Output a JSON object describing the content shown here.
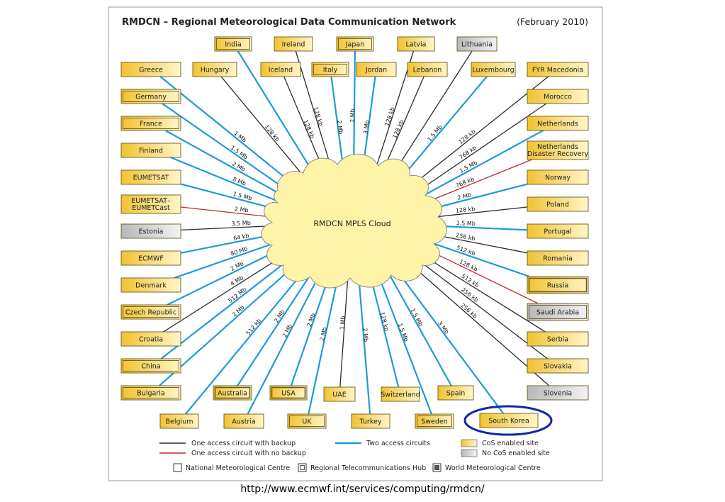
{
  "title": "RMDCN – Regional Meteorological Data Communication Network",
  "date": "(February 2010)",
  "cloud_label": "RMDCN MPLS Cloud",
  "url": "http://www.ecmwf.int/services/computing/rmdcn/",
  "colors": {
    "backup": "#2a2a2a",
    "nobackup": "#c0272d",
    "two": "#1e9bd7",
    "cos": "#f3c73d",
    "nocos": "#c8c8c8",
    "highlight": "#1525a8",
    "cloud": "#fff3a8"
  },
  "legend": {
    "backup": "One access circuit with backup",
    "nobackup": "One access circuit with no backup",
    "two": "Two access circuits",
    "cos": "CoS enabled site",
    "nocos": "No CoS enabled site",
    "nmc": "National Meteorological Centre",
    "rth": "Regional Telecommunications Hub",
    "wmc": "World Meteorological Centre"
  },
  "sites": [
    {
      "name": "India",
      "type": "two",
      "bw": "",
      "cos": true,
      "role": "rth"
    },
    {
      "name": "Ireland",
      "type": "backup",
      "bw": "128 kb",
      "cos": true,
      "role": "nmc"
    },
    {
      "name": "Japan",
      "type": "two",
      "bw": "2 Mb",
      "cos": true,
      "role": "rth"
    },
    {
      "name": "Latvia",
      "type": "backup",
      "bw": "128 kb",
      "cos": true,
      "role": "nmc"
    },
    {
      "name": "Lithuania",
      "type": "backup",
      "bw": "",
      "cos": false,
      "role": "nmc"
    },
    {
      "name": "Greece",
      "type": "two",
      "bw": "1 Mb",
      "cos": true,
      "role": "nmc"
    },
    {
      "name": "Hungary",
      "type": "backup",
      "bw": "128 kb",
      "cos": true,
      "role": "nmc"
    },
    {
      "name": "Iceland",
      "type": "backup",
      "bw": "128 kb",
      "cos": true,
      "role": "nmc"
    },
    {
      "name": "Italy",
      "type": "two",
      "bw": "2 Mb",
      "cos": true,
      "role": "rth"
    },
    {
      "name": "Jordan",
      "type": "two",
      "bw": "3 Mb",
      "cos": true,
      "role": "nmc"
    },
    {
      "name": "Lebanon",
      "type": "backup",
      "bw": "128 kb",
      "cos": true,
      "role": "nmc"
    },
    {
      "name": "Luxembourg",
      "type": "two",
      "bw": "1.5 Mb",
      "cos": true,
      "role": "nmc"
    },
    {
      "name": "FYR Macedonia",
      "type": "backup",
      "bw": "128 kb",
      "cos": true,
      "role": "nmc"
    },
    {
      "name": "Germany",
      "type": "two",
      "bw": "1.5 Mb",
      "cos": true,
      "role": "rth"
    },
    {
      "name": "Morocco",
      "type": "backup",
      "bw": "768 kb",
      "cos": true,
      "role": "nmc"
    },
    {
      "name": "France",
      "type": "two",
      "bw": "2 Mb",
      "cos": true,
      "role": "rth"
    },
    {
      "name": "Netherlands",
      "type": "two",
      "bw": "1.5 Mb",
      "cos": true,
      "role": "nmc"
    },
    {
      "name": "Finland",
      "type": "two",
      "bw": "8 Mb",
      "cos": true,
      "role": "nmc"
    },
    {
      "name": "Netherlands Disaster Recovery",
      "type": "nobackup",
      "bw": "768 kb",
      "cos": true,
      "role": "nmc"
    },
    {
      "name": "EUMETSAT",
      "type": "two",
      "bw": "1.5 Mb",
      "cos": true,
      "role": "nmc"
    },
    {
      "name": "Norway",
      "type": "two",
      "bw": "2 Mb",
      "cos": true,
      "role": "nmc"
    },
    {
      "name": "EUMETSAT–EUMETCast",
      "type": "nobackup",
      "bw": "2 Mb",
      "cos": true,
      "role": "nmc"
    },
    {
      "name": "Poland",
      "type": "backup",
      "bw": "128 kb",
      "cos": true,
      "role": "nmc"
    },
    {
      "name": "Estonia",
      "type": "backup",
      "bw": "3.5 Mb",
      "cos": false,
      "role": "nmc"
    },
    {
      "name": "Portugal",
      "type": "two",
      "bw": "1.5 Mb",
      "cos": true,
      "role": "nmc"
    },
    {
      "name": "ECMWF",
      "type": "two",
      "bw": "64 kb",
      "cos": true,
      "role": "nmc"
    },
    {
      "name": "Romania",
      "type": "backup",
      "bw": "256 kb",
      "cos": true,
      "role": "nmc"
    },
    {
      "name": "Denmark",
      "type": "two",
      "bw": "80 Mb",
      "cos": true,
      "role": "nmc"
    },
    {
      "name": "Russia",
      "type": "two",
      "bw": "512 kb",
      "cos": true,
      "role": "wmc"
    },
    {
      "name": "Czech Republic",
      "type": "two",
      "bw": "2 Mb",
      "cos": true,
      "role": "rth"
    },
    {
      "name": "Saudi Arabia",
      "type": "nobackup",
      "bw": "128 kb",
      "cos": false,
      "role": "rth"
    },
    {
      "name": "Croatia",
      "type": "backup",
      "bw": "4 Mb",
      "cos": true,
      "role": "nmc"
    },
    {
      "name": "Serbia",
      "type": "backup",
      "bw": "512 kb",
      "cos": true,
      "role": "nmc"
    },
    {
      "name": "China",
      "type": "two",
      "bw": "512 Mb",
      "cos": true,
      "role": "rth"
    },
    {
      "name": "Slovakia",
      "type": "backup",
      "bw": "256 kb",
      "cos": true,
      "role": "nmc"
    },
    {
      "name": "Bulgaria",
      "type": "two",
      "bw": "2 Mb",
      "cos": true,
      "role": "rth"
    },
    {
      "name": "Slovenia",
      "type": "backup",
      "bw": "256 kb",
      "cos": false,
      "role": "nmc"
    },
    {
      "name": "Belgium",
      "type": "two",
      "bw": "512 kb",
      "cos": true,
      "role": "nmc"
    },
    {
      "name": "Australia",
      "type": "two",
      "bw": "2 Mb",
      "cos": true,
      "role": "wmc"
    },
    {
      "name": "Austria",
      "type": "two",
      "bw": "2 Mb",
      "cos": true,
      "role": "nmc"
    },
    {
      "name": "USA",
      "type": "two",
      "bw": "2 Mb",
      "cos": true,
      "role": "wmc"
    },
    {
      "name": "UK",
      "type": "two",
      "bw": "2 Mb",
      "cos": true,
      "role": "rth"
    },
    {
      "name": "UAE",
      "type": "backup",
      "bw": "1 Mb",
      "cos": true,
      "role": "nmc"
    },
    {
      "name": "Turkey",
      "type": "two",
      "bw": "2 Mb",
      "cos": true,
      "role": "nmc"
    },
    {
      "name": "Switzerland",
      "type": "two",
      "bw": "128 kb",
      "cos": true,
      "role": "nmc"
    },
    {
      "name": "Sweden",
      "type": "two",
      "bw": "1.5 Mb",
      "cos": true,
      "role": "rth"
    },
    {
      "name": "Spain",
      "type": "two",
      "bw": "1.5 Mb",
      "cos": true,
      "role": "nmc"
    },
    {
      "name": "South Korea",
      "type": "two",
      "bw": "3 Mb",
      "cos": true,
      "role": "nmc",
      "highlight": true
    }
  ]
}
